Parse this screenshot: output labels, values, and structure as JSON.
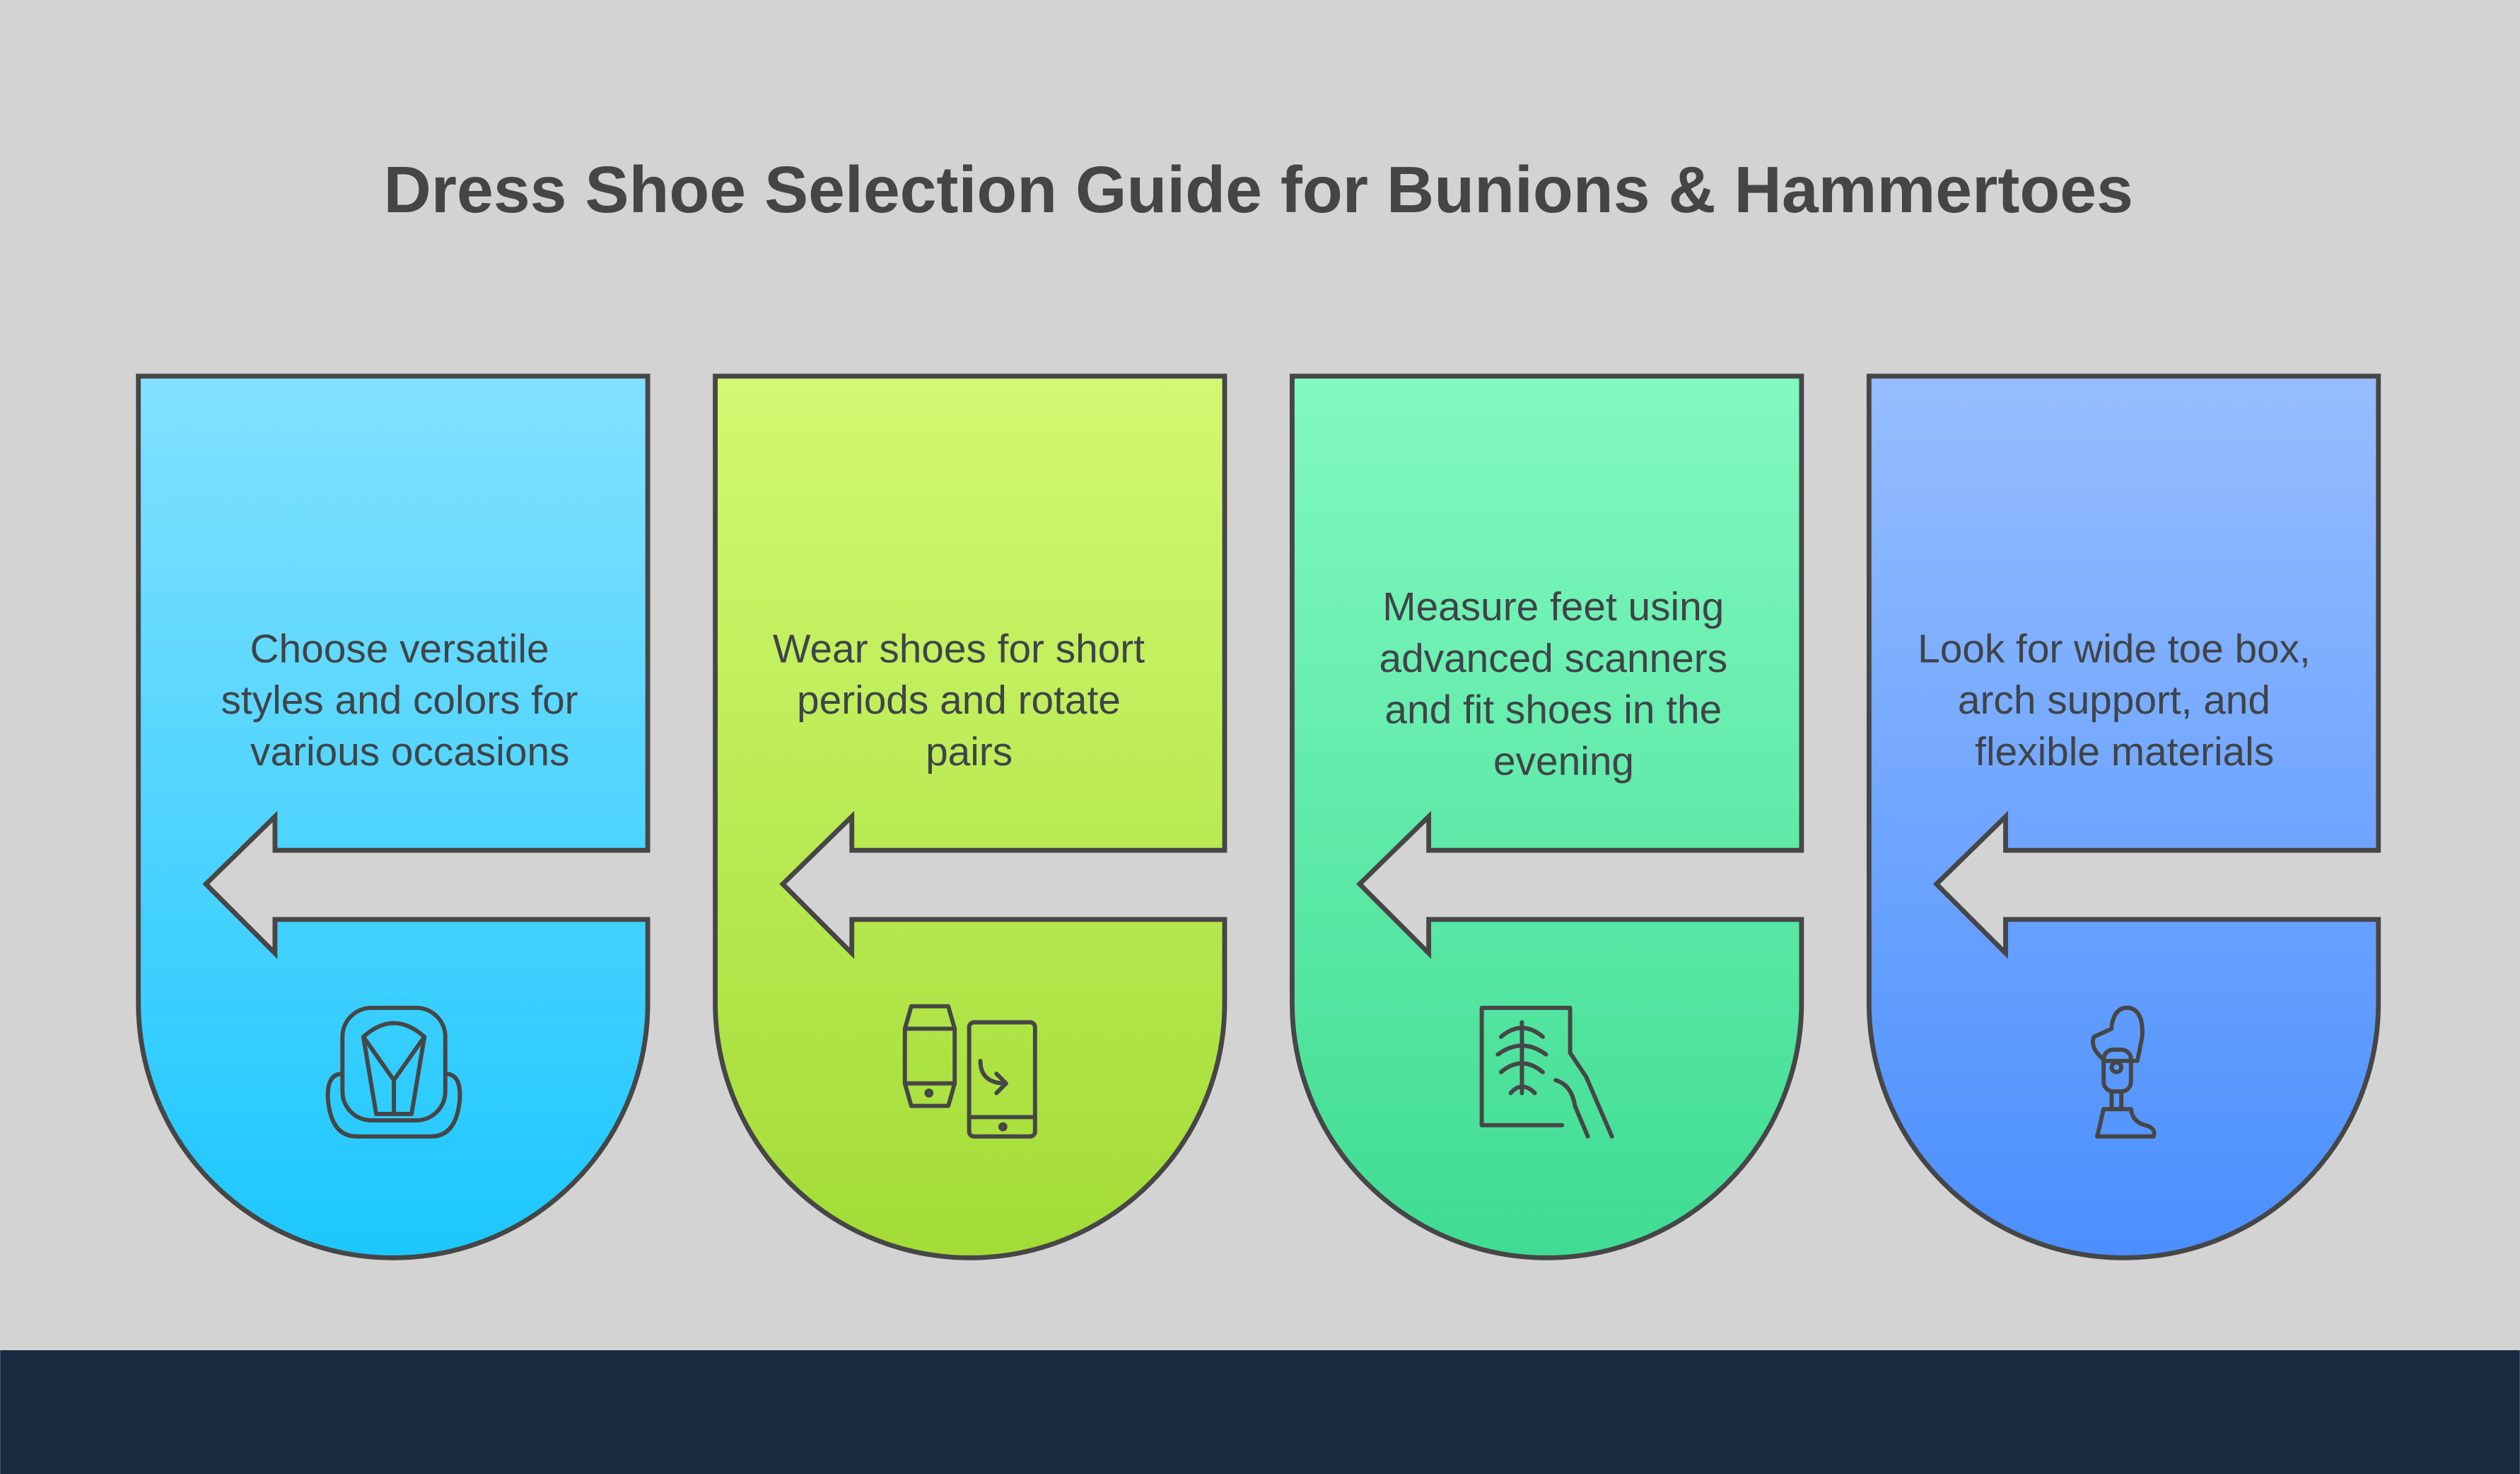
{
  "title": "Dress Shoe Selection Guide for Bunions & Hammertoes",
  "cards": [
    {
      "lines": [
        "Choose versatile",
        "styles and colors for",
        "various occasions"
      ],
      "icon": "car-seat-icon",
      "color_top": "#82e1ff",
      "color_bottom": "#1cc7ff"
    },
    {
      "lines": [
        "Wear shoes for short",
        "periods and rotate",
        "pairs"
      ],
      "icon": "smartwatch-phone-sync-icon",
      "color_top": "#d2f972",
      "color_bottom": "#a3dc36"
    },
    {
      "lines": [
        "Measure feet using",
        "advanced scanners",
        "and fit shoes in the",
        "evening"
      ],
      "icon": "xray-scan-icon",
      "color_top": "#82f9c0",
      "color_bottom": "#3fdc93"
    },
    {
      "lines": [
        "Look for wide toe box,",
        "arch support, and",
        "flexible materials"
      ],
      "icon": "prosthetic-leg-icon",
      "color_top": "#96bdff",
      "color_bottom": "#4b8fff"
    }
  ],
  "colors": {
    "background": "#d3d3d3",
    "footer": "#1a2a40",
    "outline": "#464646"
  }
}
